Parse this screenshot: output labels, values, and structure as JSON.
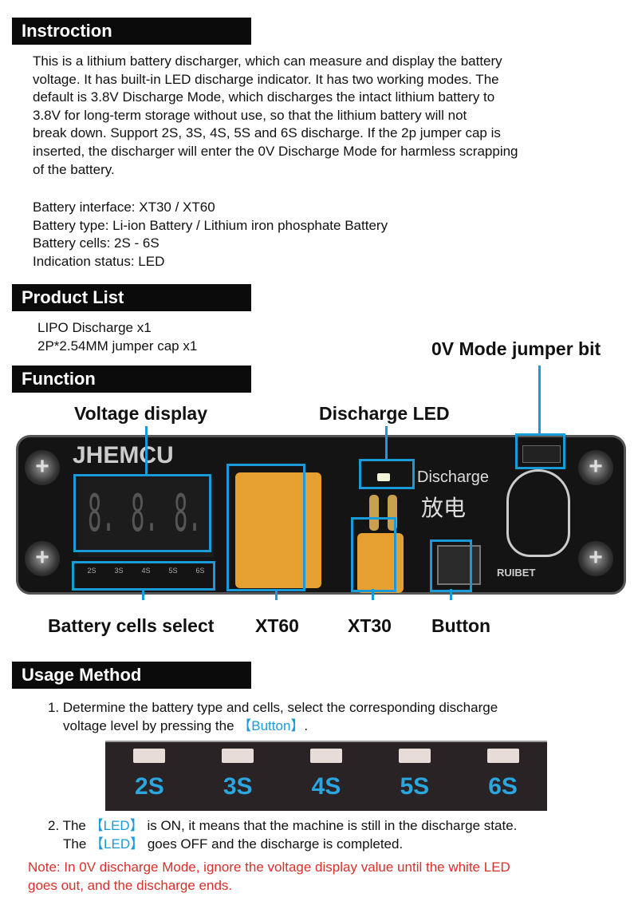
{
  "sections": {
    "instruction": "Instroction",
    "product_list": "Product List",
    "function": "Function",
    "usage": "Usage Method"
  },
  "instruction_lines": [
    "This is a lithium battery discharger, which can measure and display the battery",
    "voltage. It has built-in LED discharge indicator. It has two working modes. The",
    "default is 3.8V Discharge Mode, which discharges the intact lithium battery to",
    "3.8V for long-term storage without use, so that the lithium battery will not",
    "break down. Support 2S, 3S, 4S, 5S and 6S discharge. If the 2p jumper cap is",
    "inserted, the discharger will enter the 0V Discharge Mode for harmless scrapping",
    "of the battery."
  ],
  "specs": [
    "Battery interface: XT30 / XT60",
    "Battery type: Li-ion Battery / Lithium iron phosphate Battery",
    "Battery cells: 2S - 6S",
    "Indication status: LED"
  ],
  "products": [
    "LIPO Discharge x1",
    "2P*2.54MM jumper cap x1"
  ],
  "labels": {
    "voltage_display": "Voltage display",
    "discharge_led": "Discharge LED",
    "jumper": "0V Mode jumper bit",
    "cells_select": "Battery cells select",
    "xt60": "XT60",
    "xt30": "XT30",
    "button": "Button"
  },
  "board": {
    "brand": "JHEMCU",
    "digits": [
      "8.",
      "8.",
      "8."
    ],
    "discharge_text": "Discharge",
    "cn_text": "放电",
    "rabbit_brand": "RUIBET",
    "cells": [
      "2S",
      "3S",
      "4S",
      "5S",
      "6S"
    ]
  },
  "usage": {
    "step1_a": "1. Determine the battery type and cells, select the corresponding discharge",
    "step1_b": "voltage level by pressing the",
    "step1_btn": "【Button】",
    "step1_end": ".",
    "step2_a": "2. The",
    "led": "【LED】",
    "step2_a_end": "is ON, it means that the machine is still in the discharge state.",
    "step2_b": "The",
    "step2_b_end": "goes OFF and the discharge is completed.",
    "note_1": "Note: In 0V discharge Mode,  ignore the voltage display value until the white LED",
    "note_2": "goes out, and the discharge ends."
  },
  "colors": {
    "accent": "#1a9ad6",
    "note": "#d9302a"
  }
}
